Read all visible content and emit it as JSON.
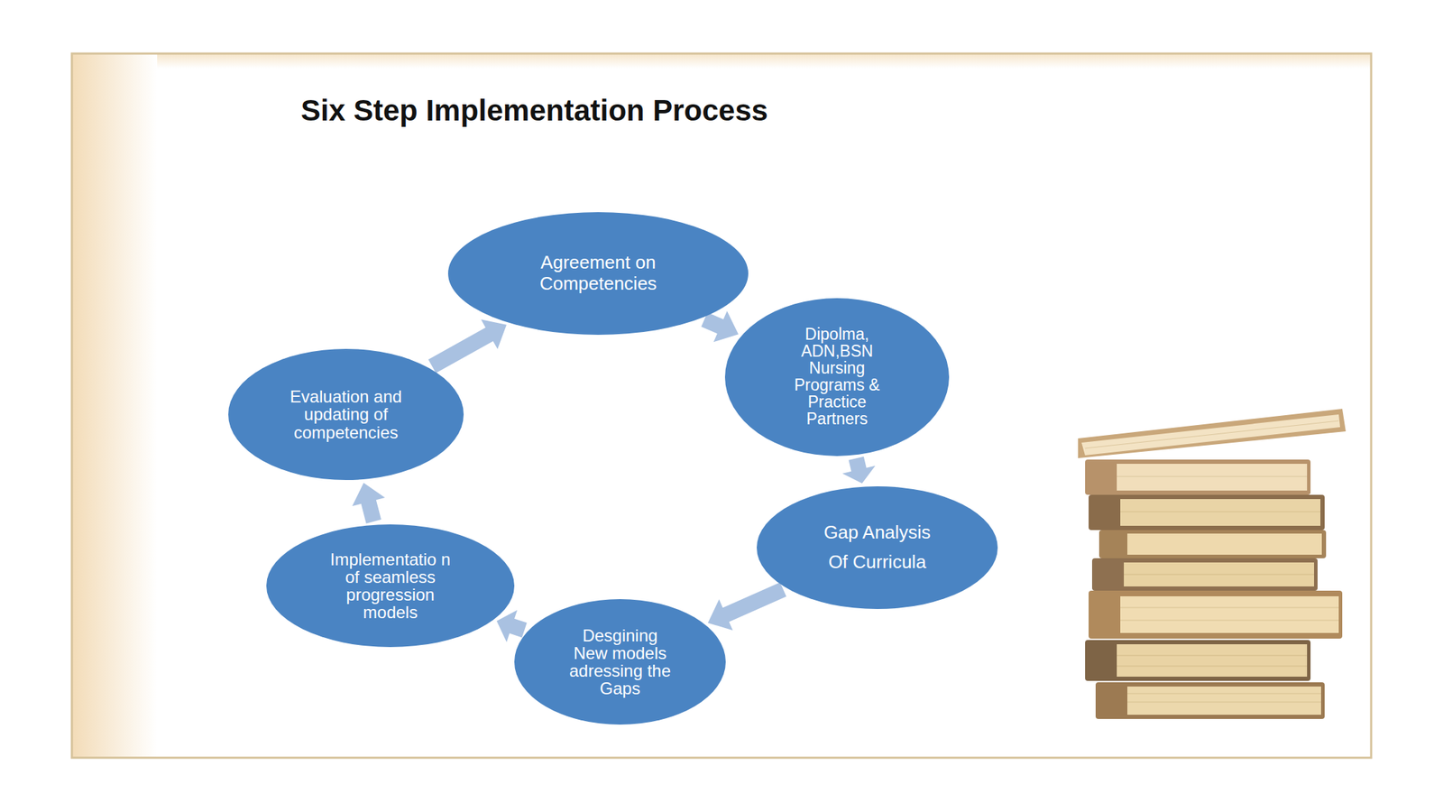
{
  "diagram": {
    "title": "Six Step Implementation Process",
    "nodes": [
      {
        "text": [
          "Agreement on Competencies"
        ]
      },
      {
        "text": [
          "Dipolma, ADN,BSN Nursing Programs & Practice Partners"
        ]
      },
      {
        "text": [
          "Gap Analysis Of Curricula"
        ]
      },
      {
        "text": [
          "Desgining New models adressing the Gaps"
        ]
      },
      {
        "text": [
          "Implementatio n of seamless progression models"
        ]
      },
      {
        "text": [
          "Evaluation and updating of competencies"
        ]
      }
    ],
    "edges": [
      {
        "from": 0,
        "to": 1,
        "arrow": "to"
      },
      {
        "from": 1,
        "to": 2,
        "arrow": "to"
      },
      {
        "from": 2,
        "to": 3,
        "arrow": "to"
      },
      {
        "from": 3,
        "to": 4,
        "arrow": "to"
      },
      {
        "from": 4,
        "to": 5,
        "arrow": "to"
      },
      {
        "from": 5,
        "to": 0,
        "arrow": "to"
      }
    ]
  }
}
